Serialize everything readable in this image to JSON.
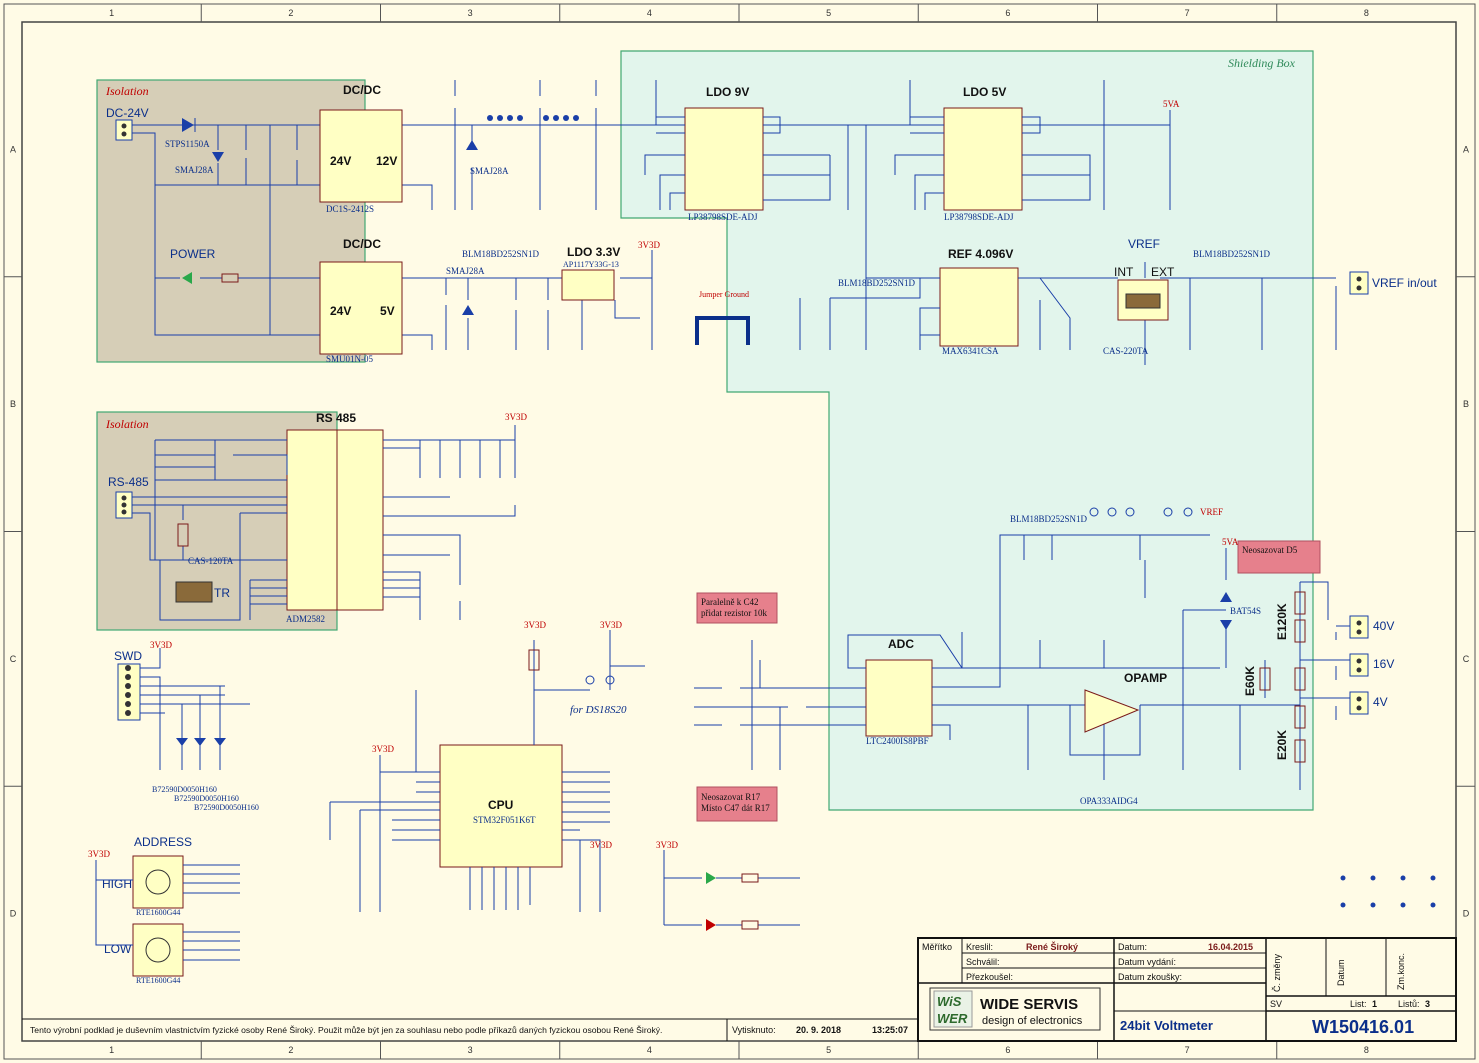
{
  "border": {
    "columns": [
      "1",
      "2",
      "3",
      "4",
      "5",
      "6",
      "7",
      "8"
    ],
    "rows": [
      "A",
      "B",
      "C",
      "D"
    ]
  },
  "regions": {
    "isolation_label": "Isolation",
    "shielding_label": "Shielding Box"
  },
  "headers": {
    "dcdc": "DC/DC",
    "ldo9": "LDO 9V",
    "ldo5": "LDO 5V",
    "ldo33": "LDO 3.3V",
    "ref": "REF 4.096V",
    "rs485": "RS 485",
    "adc": "ADC",
    "opamp": "OPAMP",
    "cpu": "CPU",
    "power": "POWER",
    "address": "ADDRESS",
    "swd": "SWD",
    "vref_inout": "VREF in/out",
    "int": "INT",
    "ext": "EXT",
    "jumper": "Jumper Ground",
    "ds18": "for DS18S20",
    "high": "HIGH",
    "low": "LOW",
    "tr": "TR"
  },
  "connectors": {
    "dc24": "DC-24V",
    "rs485": "RS-485",
    "k4": "40V",
    "k5": "16V",
    "k6": "4V"
  },
  "labels": {
    "u1": "DC1S-2412S",
    "u1v_in": "24V",
    "u1v_out": "12V",
    "u4": "SMU01N-05",
    "u4v_in": "24V",
    "u4v_out": "5V",
    "u2": "LP38798SDE-ADJ",
    "u3": "LP38798SDE-ADJ",
    "u6": "AP1117Y33G-13",
    "u5": "MAX6341CSA",
    "u7": "ADM2582",
    "u8": "LTC2400IS8PBF",
    "u9": "OPA333AIDG4",
    "u10": "STM32F051K6T",
    "sw1": "CAS-220TA",
    "sw2": "CAS-120TA",
    "sw3": "RTE1600G44",
    "sw4": "RTE1600G44",
    "d1": "STPS1150A",
    "d2": "SMAJ28A",
    "d3": "SMAJ28A",
    "d4": "SMAJ28A",
    "d5": "BAT54S",
    "e120k": "E120K",
    "e60k": "E60K",
    "e20k": "E20K",
    "v1": "B72590D0050H160",
    "v2": "B72590D0050H160",
    "v3": "B72590D0050H160",
    "bead": "BLM18BD252SN1D",
    "net_3v3d": "3V3D",
    "net_5va": "5VA",
    "net_vref": "VREF"
  },
  "notes": {
    "note1_line1": "Paralelně k C42",
    "note1_line2": "přidat rezistor 10k",
    "note2_line1": "Neosazovat R17",
    "note2_line2": "Místo C47 dát R17",
    "note3": "Neosazovat D5"
  },
  "title_block": {
    "meritko_label": "Měřítko",
    "kreslil_label": "Kreslil:",
    "kreslil": "René Široký",
    "datum_label": "Datum:",
    "datum": "16.04.2015",
    "schvalil_label": "Schválil:",
    "datum_vydani_label": "Datum vydání:",
    "prezkousel_label": "Přezkoušel:",
    "datum_zkousky_label": "Datum zkoušky:",
    "c_zmeny": "Č. změny",
    "datum_col": "Datum",
    "zm_konc": "Zm.konc.",
    "logo_mark_a": "WiS",
    "logo_mark_b": "WER",
    "company": "WIDE SERVIS",
    "company_sub": "design of electronics",
    "sv": "SV",
    "list_label": "List:",
    "list": "1",
    "listu_label": "Listů:",
    "listu": "3",
    "product": "24bit Voltmeter",
    "doc_number": "W150416.01",
    "copyright": "Tento výrobní podklad je duševním vlastnictvím fyzické osoby René Široký. Použit může být jen za souhlasu nebo podle příkazů daných fyzickou osobou René Široký.",
    "vytisknuto_label": "Vytisknuto:",
    "vytisknuto_date": "20. 9. 2018",
    "vytisknuto_time": "13:25:07"
  },
  "colors": {
    "wire": "#1a3fa8",
    "label": "#0b2f8a",
    "part": "#7a1a1a",
    "red": "#c00000",
    "isolation_fill": "#d6ceb7",
    "shield_fill": "#e2f5ec",
    "shield_stroke": "#41a873",
    "chip_fill": "#ffffc4",
    "note_fill": "#e6808c"
  }
}
